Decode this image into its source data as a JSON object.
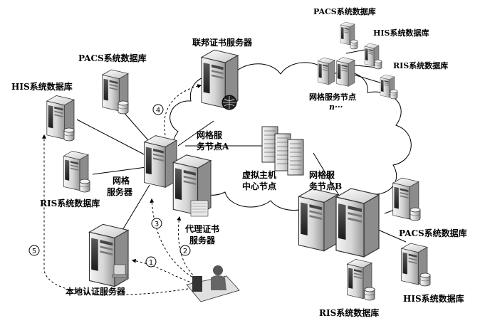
{
  "labels": {
    "fed_cert_server": "联邦证书服务器",
    "pacs_top": "PACS系统数据库",
    "his_top": "HIS系统数据库",
    "ris_top": "RIS系统数据库",
    "grid_node_n": "网格服务节点",
    "grid_node_n_suffix": "n···",
    "pacs_left": "PACS系统数据库",
    "his_left": "HIS系统数据库",
    "ris_left": "RIS系统数据库",
    "grid_server_line1": "网格",
    "grid_server_line2": "服务器",
    "node_a_line1": "网格服",
    "node_a_line2": "务节点A",
    "virtual_host_line1": "虚拟主机",
    "virtual_host_line2": "中心节点",
    "node_b_line1": "网格服",
    "node_b_line2": "务节点B",
    "proxy_cert_line1": "代理证书",
    "proxy_cert_line2": "服务器",
    "local_auth": "本地认证服务器",
    "pacs_right": "PACS系统数据库",
    "his_right": "HIS系统数据库",
    "ris_right": "RIS系统数据库"
  },
  "steps": [
    "1",
    "2",
    "3",
    "4",
    "5"
  ]
}
